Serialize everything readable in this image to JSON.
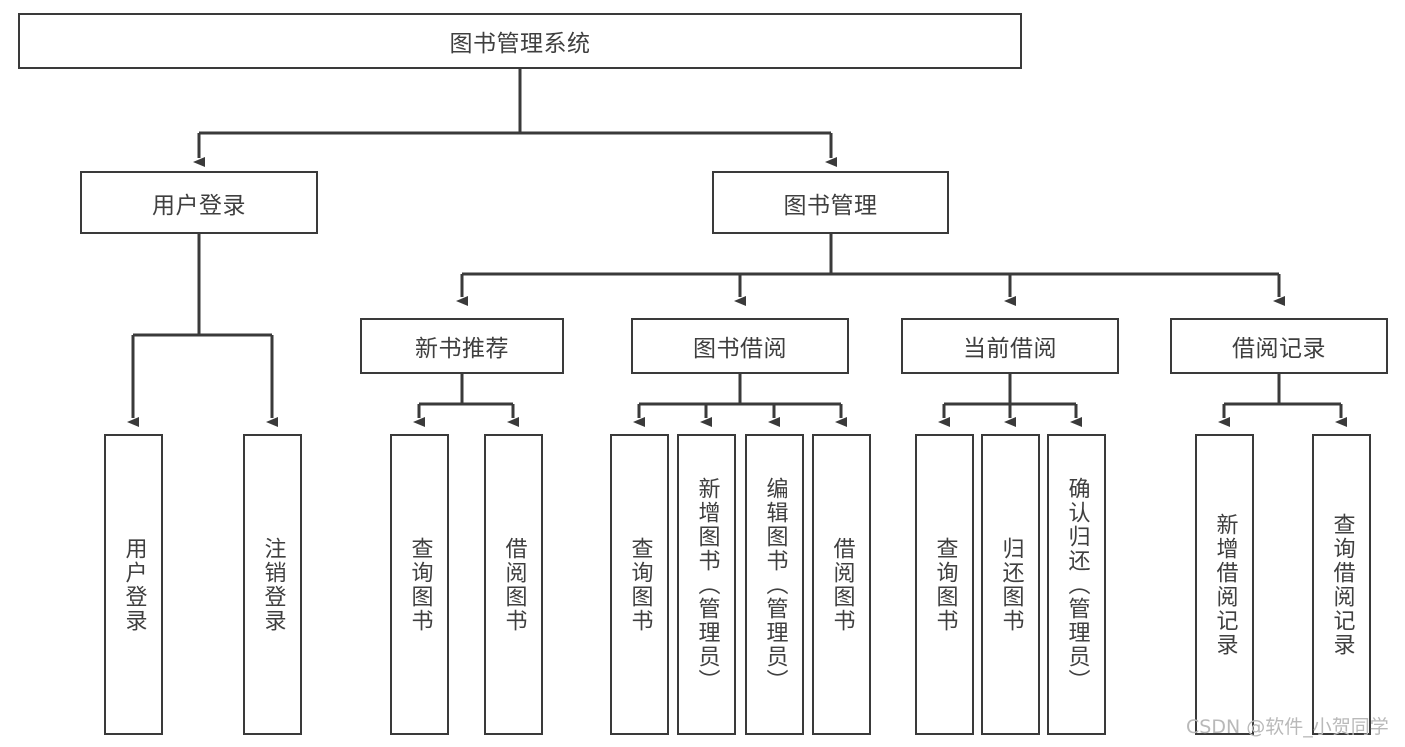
{
  "diagram": {
    "type": "tree",
    "title": "图书管理系统",
    "root": {
      "label": "图书管理系统"
    },
    "level2": [
      {
        "label": "用户登录"
      },
      {
        "label": "图书管理"
      }
    ],
    "level3": [
      {
        "label": "新书推荐"
      },
      {
        "label": "图书借阅"
      },
      {
        "label": "当前借阅"
      },
      {
        "label": "借阅记录"
      }
    ],
    "leaves": {
      "user_login": [
        {
          "label": "用户登录"
        },
        {
          "label": "注销登录"
        }
      ],
      "new_book_recommend": [
        {
          "label": "查询图书"
        },
        {
          "label": "借阅图书"
        }
      ],
      "book_borrow": [
        {
          "label": "查询图书"
        },
        {
          "label": "新增图书（管理员）"
        },
        {
          "label": "编辑图书（管理员）"
        },
        {
          "label": "借阅图书"
        }
      ],
      "current_borrow": [
        {
          "label": "查询图书"
        },
        {
          "label": "归还图书"
        },
        {
          "label": "确认归还（管理员）"
        }
      ],
      "borrow_record": [
        {
          "label": "新增借阅记录"
        },
        {
          "label": "查询借阅记录"
        }
      ]
    }
  },
  "watermark": {
    "text": "CSDN @软件_小贺同学"
  },
  "colors": {
    "stroke": "#3a3a3a",
    "text": "#3f3f3f",
    "background": "#ffffff",
    "watermark": "#b9b9b9"
  }
}
